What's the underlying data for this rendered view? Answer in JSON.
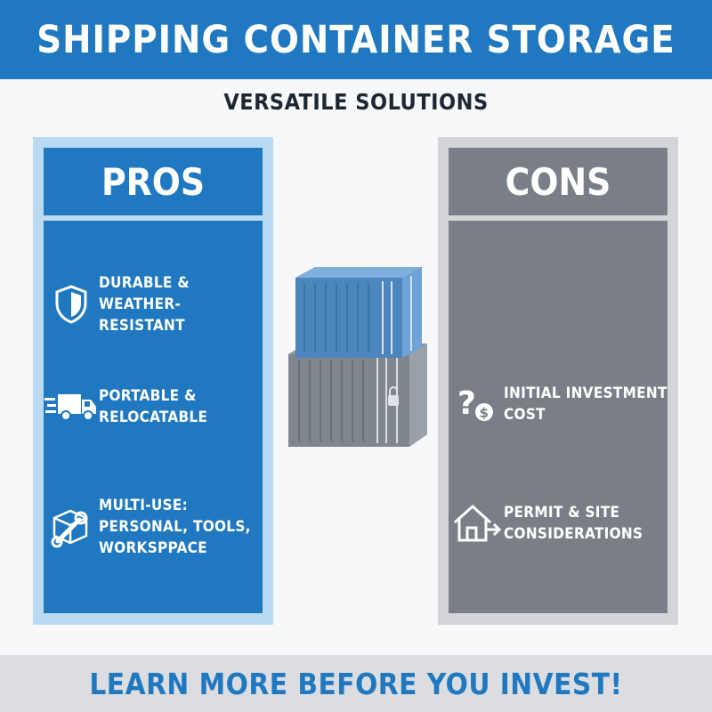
{
  "title": "SHIPPING CONTAINER STORAGE",
  "subtitle": "VERSATILE SOLUTIONS",
  "pros": {
    "heading": "PROS",
    "items": [
      {
        "icon": "shield-icon",
        "lines": [
          "DURABLE &",
          "WEATHER-RESISTANT"
        ]
      },
      {
        "icon": "truck-icon",
        "lines": [
          "PORTABLE &",
          "RELOCATABLE"
        ]
      },
      {
        "icon": "box-wrench-icon",
        "lines": [
          "MULTI-USE:",
          "PERSONAL, TOOLS,",
          "WORKSPPACE"
        ]
      }
    ]
  },
  "cons": {
    "heading": "CONS",
    "items": [
      {
        "icon": "question-dollar-icon",
        "lines": [
          "INITIAL INVESTMENT",
          "COST"
        ]
      },
      {
        "icon": "house-arrow-icon",
        "lines": [
          "PERMIT & SITE",
          "CONSIDERATIONS"
        ]
      }
    ]
  },
  "footer": "LEARN MORE BEFORE YOU INVEST!",
  "colors": {
    "primary_blue": "#1f78c0",
    "pros_border": "#b9daf1",
    "cons_gray": "#7a7f87",
    "cons_border": "#d3d5d8",
    "footer_bg": "#dcdde0"
  }
}
